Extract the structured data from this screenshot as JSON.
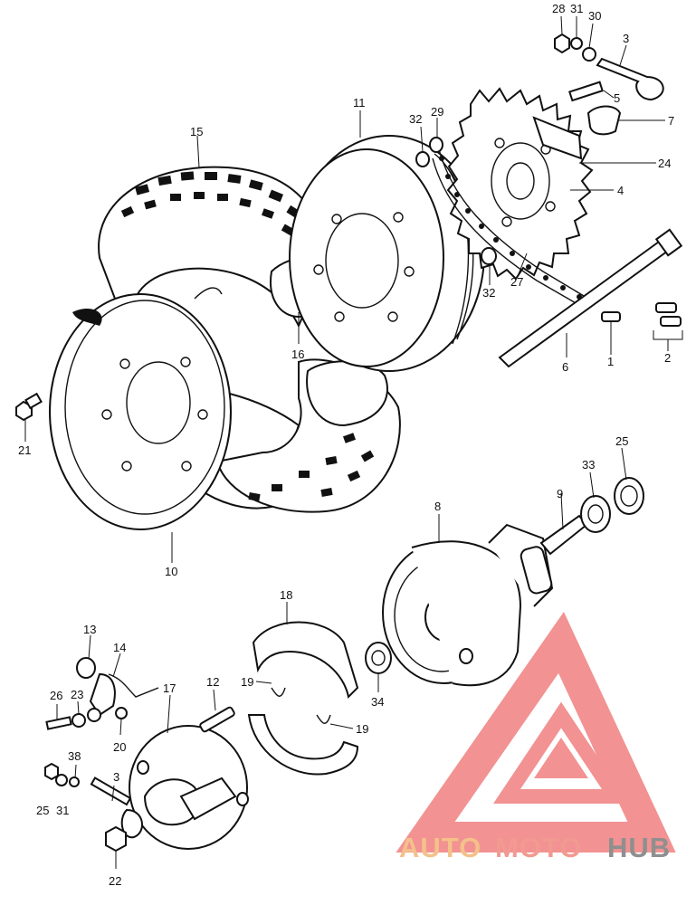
{
  "callouts": {
    "c28": "28",
    "c31a": "31",
    "c30": "30",
    "c3a": "3",
    "c5": "5",
    "c7": "7",
    "c24": "24",
    "c4": "4",
    "c32a": "32",
    "c29": "29",
    "c11": "11",
    "c15": "15",
    "c16": "16",
    "c32b": "32",
    "c27": "27",
    "c6": "6",
    "c1": "1",
    "c2": "2",
    "c21": "21",
    "c10": "10",
    "c8": "8",
    "c9": "9",
    "c33": "33",
    "c25a": "25",
    "c18": "18",
    "c34": "34",
    "c13": "13",
    "c14": "14",
    "c26": "26",
    "c23": "23",
    "c12": "12",
    "c17": "17",
    "c19a": "19",
    "c19b": "19",
    "c20": "20",
    "c38": "38",
    "c25b": "25",
    "c31b": "31",
    "c3b": "3",
    "c22": "22"
  },
  "watermark": {
    "word_1": "AUTO",
    "word_2": "MOTO",
    "word_3": "HUB",
    "colors": {
      "auto": "#f4c18a",
      "moto": "#f29a91",
      "hub": "#8f8f8f",
      "logo": "#f07f7f"
    }
  }
}
